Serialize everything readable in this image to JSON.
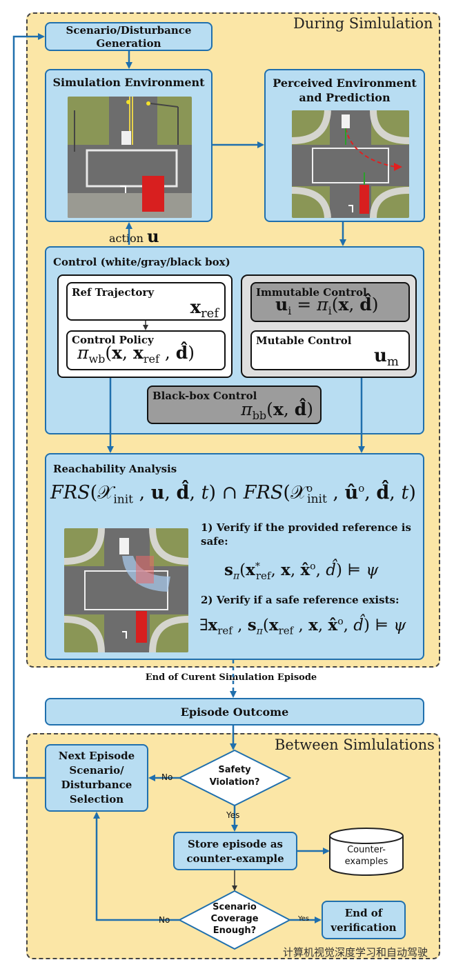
{
  "regions": {
    "during_title": "During Simlulation",
    "between_title": "Between Simlulations"
  },
  "boxes": {
    "scenario_gen": "Scenario/Disturbance Generation",
    "sim_env": "Simulation Environment",
    "perceived": "Perceived  Environment and Prediction",
    "control_title": "Control (white/gray/black box)",
    "ref_traj": "Ref Trajectory",
    "ref_traj_math": "x_ref",
    "control_policy": "Control Policy",
    "control_policy_math": "π_wb(x, x_ref, d̂)",
    "immutable": "Immutable Control",
    "immutable_math": "u_i = π_i(x, d̂)",
    "mutable": "Mutable Control",
    "mutable_math": "u_m",
    "blackbox": "Black-box Control",
    "blackbox_math": "π_bb(x, d̂)",
    "reach_title": "Reachability Analysis",
    "frs_eq": "FRS(𝒳_init, u, d̂, t) ∩ FRS(𝒳ᵒ_init, ûᵒ, d̂, t)",
    "verify1": "1) Verify if the provided reference is safe:",
    "verify1_math": "s_π(x*_ref, x, x̂ᵒ, d̂) ⊨ ψ",
    "verify2": "2) Verify if a safe reference exists:",
    "verify2_math": "∃x_ref, s_π(x_ref, x, x̂ᵒ, d̂) ⊨ ψ",
    "episode_outcome": "Episode Outcome",
    "next_episode": "Next Episode Scenario/ Disturbance Selection",
    "safety": "Safety Violation?",
    "store": "Store episode as counter-example",
    "counter": "Counter- examples",
    "coverage": "Scenario Coverage Enough?",
    "end_verif": "End of verification"
  },
  "labels": {
    "action": "action",
    "action_u": "u",
    "end_episode": "End of Curent Simulation Episode",
    "no1": "No",
    "yes1": "Yes",
    "no2": "No",
    "yes2": "Yes"
  },
  "watermark": "计算机视觉深度学习和自动驾驶",
  "colors": {
    "region_fill": "#fbe6a6",
    "box_fill": "#b8ddf2",
    "box_border": "#1f6fad",
    "arrow": "#1f6fad",
    "gray_box": "#9c9c9c"
  }
}
